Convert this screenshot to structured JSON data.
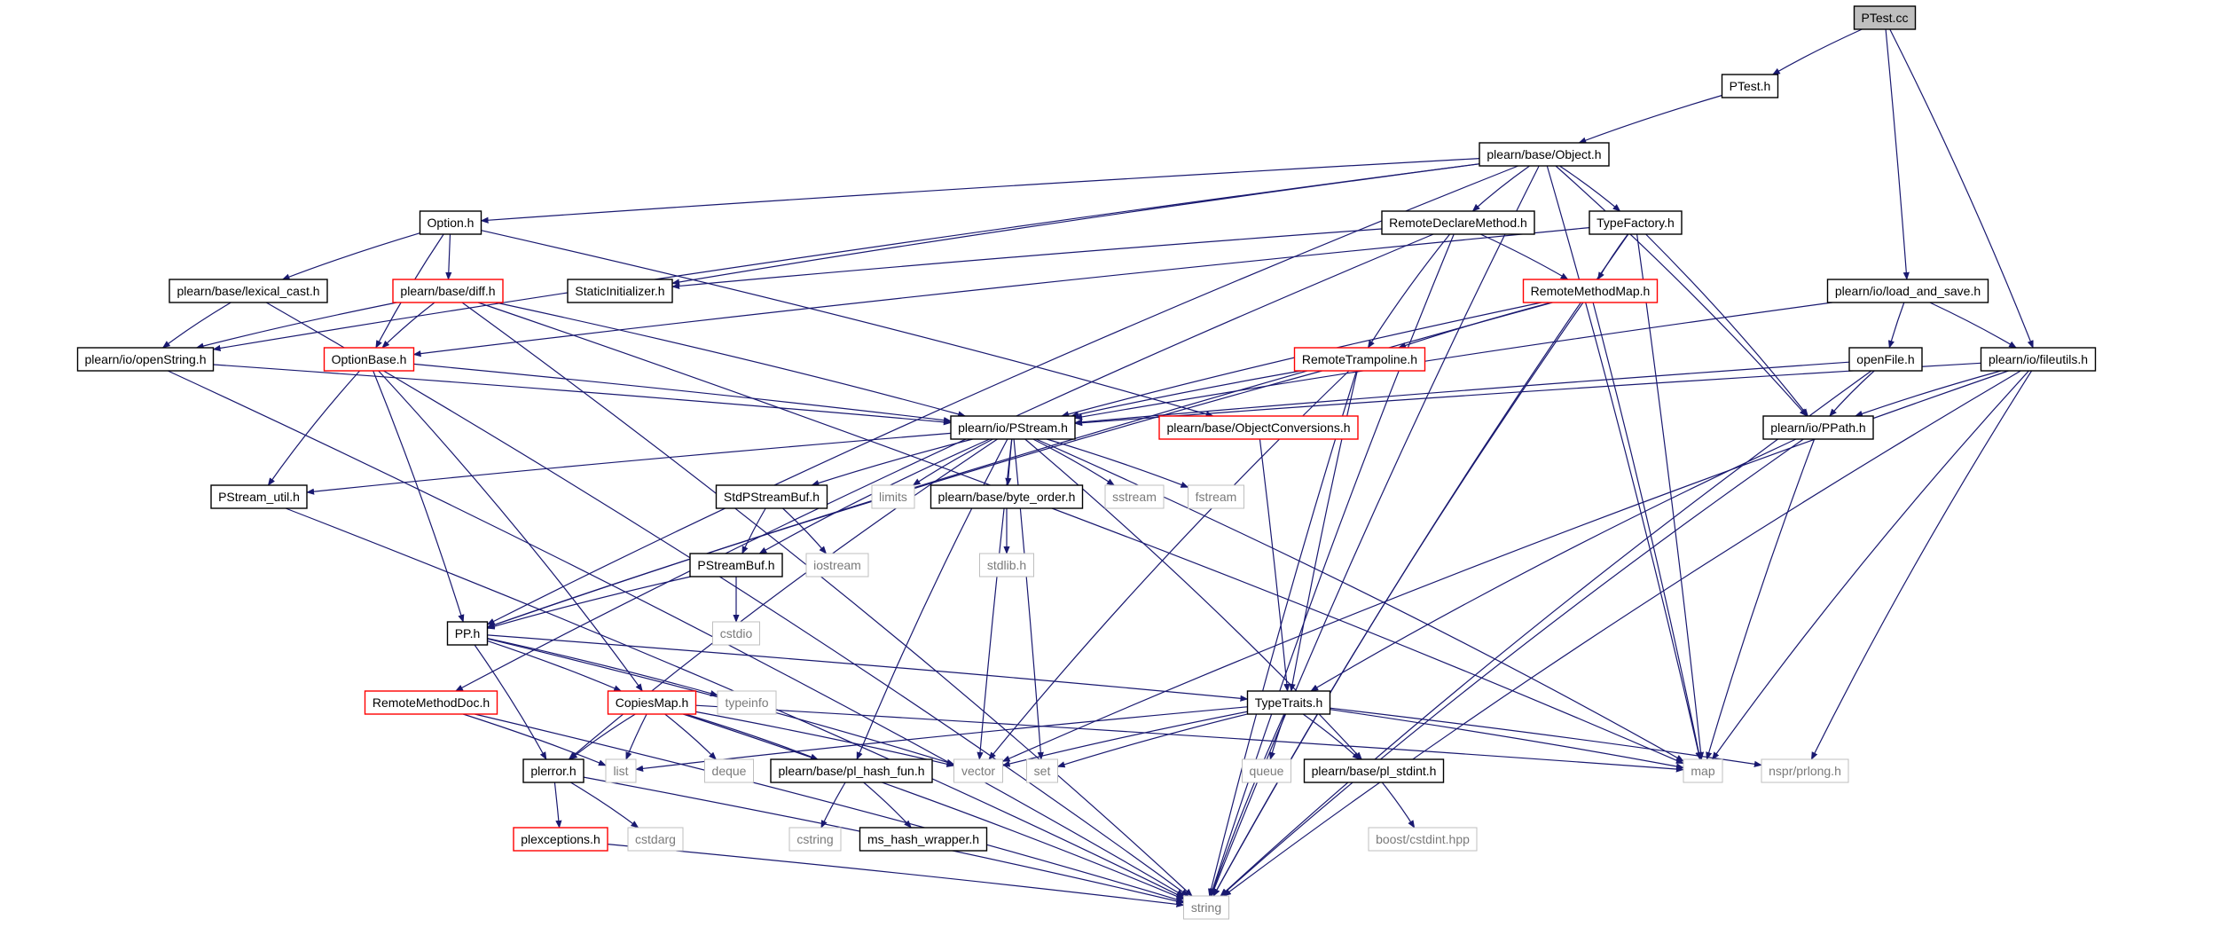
{
  "colors": {
    "edge": "#191970",
    "edge_alt": "#404040",
    "node_border": "#000000",
    "node_border_red": "#ff0000",
    "node_border_ext": "#bfbfbf",
    "root_fill": "#bfbfbf",
    "text": "#000000",
    "text_ext": "#7a7a7a"
  },
  "nodes": [
    {
      "id": "ptest_cc",
      "label": "PTest.cc",
      "kind": "root"
    },
    {
      "id": "ptest_h",
      "label": "PTest.h",
      "kind": "normal"
    },
    {
      "id": "object_h",
      "label": "plearn/base/Object.h",
      "kind": "normal"
    },
    {
      "id": "option_h",
      "label": "Option.h",
      "kind": "normal"
    },
    {
      "id": "rdm_h",
      "label": "RemoteDeclareMethod.h",
      "kind": "normal"
    },
    {
      "id": "tf_h",
      "label": "TypeFactory.h",
      "kind": "normal"
    },
    {
      "id": "lexcast_h",
      "label": "plearn/base/lexical_cast.h",
      "kind": "normal"
    },
    {
      "id": "diff_h",
      "label": "plearn/base/diff.h",
      "kind": "red"
    },
    {
      "id": "static_h",
      "label": "StaticInitializer.h",
      "kind": "normal"
    },
    {
      "id": "rmm_h",
      "label": "RemoteMethodMap.h",
      "kind": "red"
    },
    {
      "id": "las_h",
      "label": "plearn/io/load_and_save.h",
      "kind": "normal"
    },
    {
      "id": "openstr_h",
      "label": "plearn/io/openString.h",
      "kind": "normal"
    },
    {
      "id": "optbase_h",
      "label": "OptionBase.h",
      "kind": "red"
    },
    {
      "id": "rt_h",
      "label": "RemoteTrampoline.h",
      "kind": "red"
    },
    {
      "id": "openfile_h",
      "label": "openFile.h",
      "kind": "normal"
    },
    {
      "id": "fileutils_h",
      "label": "plearn/io/fileutils.h",
      "kind": "normal"
    },
    {
      "id": "pstream_h",
      "label": "plearn/io/PStream.h",
      "kind": "normal"
    },
    {
      "id": "objconv_h",
      "label": "plearn/base/ObjectConversions.h",
      "kind": "red"
    },
    {
      "id": "ppath_h",
      "label": "plearn/io/PPath.h",
      "kind": "normal"
    },
    {
      "id": "psutil_h",
      "label": "PStream_util.h",
      "kind": "normal"
    },
    {
      "id": "stdpsb_h",
      "label": "StdPStreamBuf.h",
      "kind": "normal"
    },
    {
      "id": "limits",
      "label": "limits",
      "kind": "ext"
    },
    {
      "id": "byteorder_h",
      "label": "plearn/base/byte_order.h",
      "kind": "normal"
    },
    {
      "id": "sstream",
      "label": "sstream",
      "kind": "ext"
    },
    {
      "id": "fstream",
      "label": "fstream",
      "kind": "ext"
    },
    {
      "id": "psb_h",
      "label": "PStreamBuf.h",
      "kind": "normal"
    },
    {
      "id": "iostream",
      "label": "iostream",
      "kind": "ext"
    },
    {
      "id": "stdlib_h",
      "label": "stdlib.h",
      "kind": "ext"
    },
    {
      "id": "cstdio",
      "label": "cstdio",
      "kind": "ext"
    },
    {
      "id": "pp_h",
      "label": "PP.h",
      "kind": "normal"
    },
    {
      "id": "rmd_h",
      "label": "RemoteMethodDoc.h",
      "kind": "red"
    },
    {
      "id": "copiesmap_h",
      "label": "CopiesMap.h",
      "kind": "red"
    },
    {
      "id": "typeinfo",
      "label": "typeinfo",
      "kind": "ext"
    },
    {
      "id": "tt_h",
      "label": "TypeTraits.h",
      "kind": "normal"
    },
    {
      "id": "list",
      "label": "list",
      "kind": "ext"
    },
    {
      "id": "deque",
      "label": "deque",
      "kind": "ext"
    },
    {
      "id": "hashfun_h",
      "label": "plearn/base/pl_hash_fun.h",
      "kind": "normal"
    },
    {
      "id": "vector",
      "label": "vector",
      "kind": "ext"
    },
    {
      "id": "set",
      "label": "set",
      "kind": "ext"
    },
    {
      "id": "queue",
      "label": "queue",
      "kind": "ext"
    },
    {
      "id": "stdint_h",
      "label": "plearn/base/pl_stdint.h",
      "kind": "normal"
    },
    {
      "id": "map",
      "label": "map",
      "kind": "ext"
    },
    {
      "id": "prlong_h",
      "label": "nspr/prlong.h",
      "kind": "ext"
    },
    {
      "id": "plerror_h",
      "label": "plerror.h",
      "kind": "normal"
    },
    {
      "id": "cstdarg",
      "label": "cstdarg",
      "kind": "ext"
    },
    {
      "id": "cstring",
      "label": "cstring",
      "kind": "ext"
    },
    {
      "id": "hashwrap_h",
      "label": "ms_hash_wrapper.h",
      "kind": "normal"
    },
    {
      "id": "boostint",
      "label": "boost/cstdint.hpp",
      "kind": "ext"
    },
    {
      "id": "plexc_h",
      "label": "plexceptions.h",
      "kind": "red"
    },
    {
      "id": "string",
      "label": "string",
      "kind": "ext"
    }
  ],
  "edges": [
    [
      "ptest_cc",
      "ptest_h"
    ],
    [
      "ptest_cc",
      "las_h"
    ],
    [
      "ptest_cc",
      "fileutils_h"
    ],
    [
      "ptest_h",
      "object_h"
    ],
    [
      "object_h",
      "option_h"
    ],
    [
      "object_h",
      "rdm_h"
    ],
    [
      "object_h",
      "tf_h"
    ],
    [
      "object_h",
      "static_h"
    ],
    [
      "object_h",
      "openstr_h"
    ],
    [
      "object_h",
      "ppath_h"
    ],
    [
      "object_h",
      "pp_h"
    ],
    [
      "object_h",
      "map"
    ],
    [
      "object_h",
      "string"
    ],
    [
      "option_h",
      "lexcast_h"
    ],
    [
      "option_h",
      "diff_h"
    ],
    [
      "option_h",
      "optbase_h"
    ],
    [
      "option_h",
      "objconv_h"
    ],
    [
      "rdm_h",
      "static_h"
    ],
    [
      "rdm_h",
      "rmm_h"
    ],
    [
      "rdm_h",
      "rt_h"
    ],
    [
      "rdm_h",
      "rmd_h"
    ],
    [
      "rdm_h",
      "string"
    ],
    [
      "tf_h",
      "rmm_h"
    ],
    [
      "tf_h",
      "optbase_h"
    ],
    [
      "tf_h",
      "ppath_h"
    ],
    [
      "tf_h",
      "map"
    ],
    [
      "tf_h",
      "string"
    ],
    [
      "lexcast_h",
      "openstr_h"
    ],
    [
      "lexcast_h",
      "string"
    ],
    [
      "diff_h",
      "openstr_h"
    ],
    [
      "diff_h",
      "optbase_h"
    ],
    [
      "diff_h",
      "pstream_h"
    ],
    [
      "diff_h",
      "map"
    ],
    [
      "diff_h",
      "string"
    ],
    [
      "rmm_h",
      "rt_h"
    ],
    [
      "rmm_h",
      "pstream_h"
    ],
    [
      "rmm_h",
      "pp_h"
    ],
    [
      "rmm_h",
      "map"
    ],
    [
      "rmm_h",
      "string"
    ],
    [
      "las_h",
      "openfile_h"
    ],
    [
      "las_h",
      "fileutils_h"
    ],
    [
      "las_h",
      "pstream_h"
    ],
    [
      "openstr_h",
      "pstream_h"
    ],
    [
      "openstr_h",
      "string"
    ],
    [
      "optbase_h",
      "pstream_h"
    ],
    [
      "optbase_h",
      "psutil_h"
    ],
    [
      "optbase_h",
      "pp_h"
    ],
    [
      "optbase_h",
      "copiesmap_h"
    ],
    [
      "rt_h",
      "pstream_h"
    ],
    [
      "rt_h",
      "pp_h"
    ],
    [
      "rt_h",
      "tt_h"
    ],
    [
      "rt_h",
      "string"
    ],
    [
      "rt_h",
      "vector"
    ],
    [
      "openfile_h",
      "pstream_h"
    ],
    [
      "openfile_h",
      "ppath_h"
    ],
    [
      "openfile_h",
      "string"
    ],
    [
      "fileutils_h",
      "pstream_h"
    ],
    [
      "fileutils_h",
      "ppath_h"
    ],
    [
      "fileutils_h",
      "map"
    ],
    [
      "fileutils_h",
      "vector"
    ],
    [
      "fileutils_h",
      "prlong_h"
    ],
    [
      "fileutils_h",
      "string"
    ],
    [
      "pstream_h",
      "psutil_h"
    ],
    [
      "pstream_h",
      "stdpsb_h"
    ],
    [
      "pstream_h",
      "limits"
    ],
    [
      "pstream_h",
      "byteorder_h"
    ],
    [
      "pstream_h",
      "sstream"
    ],
    [
      "pstream_h",
      "fstream"
    ],
    [
      "pstream_h",
      "psb_h"
    ],
    [
      "pstream_h",
      "plerror_h"
    ],
    [
      "pstream_h",
      "hashfun_h"
    ],
    [
      "pstream_h",
      "stdint_h"
    ],
    [
      "pstream_h",
      "map"
    ],
    [
      "pstream_h",
      "set"
    ],
    [
      "pstream_h",
      "vector"
    ],
    [
      "objconv_h",
      "tt_h"
    ],
    [
      "ppath_h",
      "tt_h"
    ],
    [
      "ppath_h",
      "map"
    ],
    [
      "ppath_h",
      "string"
    ],
    [
      "psutil_h",
      "string"
    ],
    [
      "stdpsb_h",
      "psb_h"
    ],
    [
      "stdpsb_h",
      "iostream"
    ],
    [
      "byteorder_h",
      "stdlib_h"
    ],
    [
      "psb_h",
      "pp_h"
    ],
    [
      "psb_h",
      "cstdio"
    ],
    [
      "pp_h",
      "copiesmap_h"
    ],
    [
      "pp_h",
      "typeinfo"
    ],
    [
      "pp_h",
      "tt_h"
    ],
    [
      "pp_h",
      "plerror_h"
    ],
    [
      "pp_h",
      "vector"
    ],
    [
      "rmd_h",
      "list"
    ],
    [
      "rmd_h",
      "string"
    ],
    [
      "copiesmap_h",
      "list"
    ],
    [
      "copiesmap_h",
      "deque"
    ],
    [
      "copiesmap_h",
      "hashfun_h"
    ],
    [
      "copiesmap_h",
      "vector"
    ],
    [
      "copiesmap_h",
      "map"
    ],
    [
      "copiesmap_h",
      "plerror_h"
    ],
    [
      "copiesmap_h",
      "string"
    ],
    [
      "tt_h",
      "list"
    ],
    [
      "tt_h",
      "vector"
    ],
    [
      "tt_h",
      "set"
    ],
    [
      "tt_h",
      "queue"
    ],
    [
      "tt_h",
      "stdint_h"
    ],
    [
      "tt_h",
      "map"
    ],
    [
      "tt_h",
      "prlong_h"
    ],
    [
      "tt_h",
      "string"
    ],
    [
      "hashfun_h",
      "cstring"
    ],
    [
      "hashfun_h",
      "hashwrap_h"
    ],
    [
      "stdint_h",
      "boostint"
    ],
    [
      "plerror_h",
      "plexc_h"
    ],
    [
      "plerror_h",
      "cstdarg"
    ],
    [
      "plerror_h",
      "string"
    ],
    [
      "plexc_h",
      "string"
    ]
  ]
}
